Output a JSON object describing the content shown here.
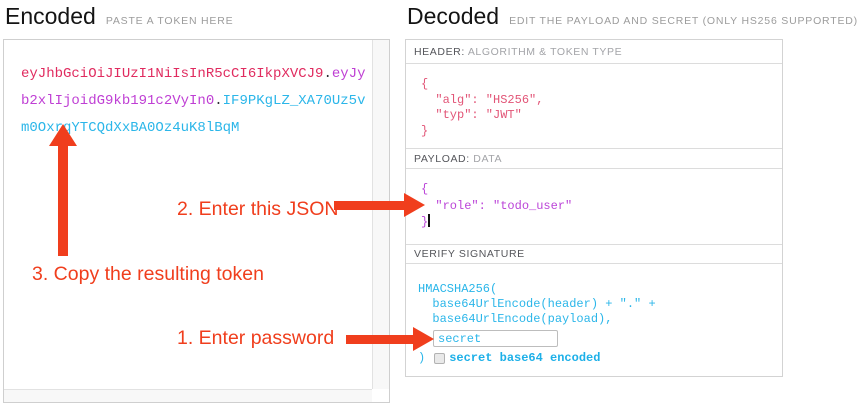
{
  "encoded": {
    "title": "Encoded",
    "subtitle": "PASTE A TOKEN HERE",
    "token": {
      "header": "eyJhbGciOiJIUzI1NiIsInR5cCI6IkpXVCJ9",
      "dot1": ".",
      "payload": "eyJyb2xlIjoidG9kb191c2VyIn0",
      "dot2": ".",
      "signature": "IF9PKgLZ_XA70Uz5vm0OxrqYTCQdXxBA0Oz4uK8lBqM"
    }
  },
  "decoded": {
    "title": "Decoded",
    "subtitle": "EDIT THE PAYLOAD AND SECRET (ONLY HS256 SUPPORTED)",
    "header": {
      "label_strong": "HEADER:",
      "label_light": " ALGORITHM & TOKEN TYPE",
      "lines": [
        "{",
        "  \"alg\": \"HS256\",",
        "  \"typ\": \"JWT\"",
        "}"
      ]
    },
    "payload": {
      "label_strong": "PAYLOAD:",
      "label_light": " DATA",
      "lines": [
        "{",
        "  \"role\": \"todo_user\"",
        "}"
      ]
    },
    "signature": {
      "label_strong": "VERIFY SIGNATURE",
      "lines": [
        "HMACSHA256(",
        "  base64UrlEncode(header) + \".\" +",
        "  base64UrlEncode(payload),"
      ],
      "secret_value": "secret",
      "closing_paren": ")",
      "checkbox_label": "secret base64 encoded"
    }
  },
  "annotations": {
    "step1": "1. Enter password",
    "step2": "2. Enter this JSON",
    "step3": "3. Copy the resulting token"
  },
  "colors": {
    "token_header": "#e02b5f",
    "token_payload": "#bf3fd4",
    "token_signature": "#2bb6e9",
    "annotation_red": "#f03e1d"
  }
}
